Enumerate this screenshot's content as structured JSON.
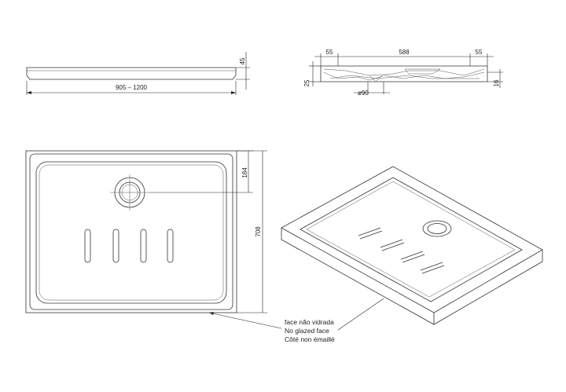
{
  "side_view": {
    "height": "45",
    "length": "905 – 1200"
  },
  "section_view": {
    "left": "55",
    "middle": "588",
    "right": "55",
    "depth": "25",
    "rim": "16",
    "drain": "ø90"
  },
  "plan_view": {
    "drain_offset": "184",
    "width": "708"
  },
  "note": {
    "pt": "face não vidrada",
    "en": "No glazed face",
    "fr": "Côté non émaillé"
  }
}
